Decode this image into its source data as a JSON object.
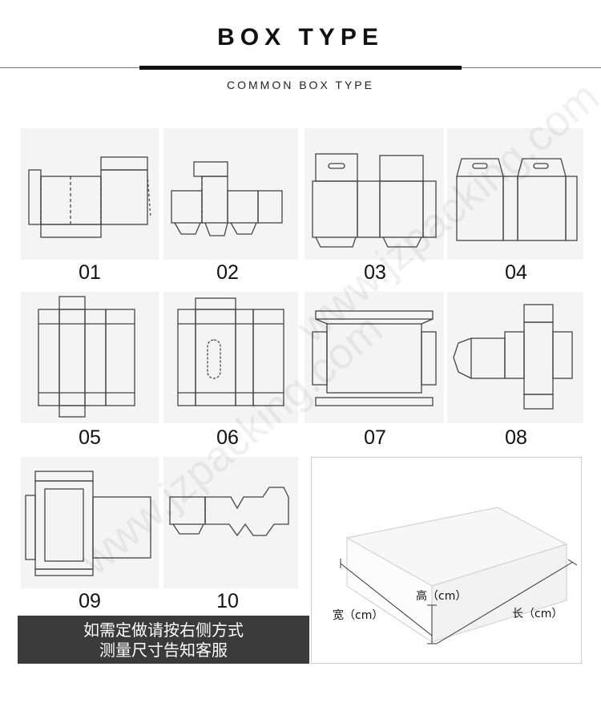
{
  "header": {
    "title": "BOX TYPE",
    "subtitle": "COMMON BOX TYPE"
  },
  "box_types": [
    "01",
    "02",
    "03",
    "04",
    "05",
    "06",
    "07",
    "08",
    "09",
    "10"
  ],
  "note": {
    "line1": "如需定做请按右侧方式",
    "line2": "测量尺寸告知客服"
  },
  "dimensions": {
    "height": "高（cm）",
    "width": "宽（cm）",
    "length": "长（cm）"
  },
  "watermark": "www.jzpacking.com",
  "colors": {
    "note_bg": "#3a3a3a",
    "tile_bg": "#f4f4f4"
  }
}
